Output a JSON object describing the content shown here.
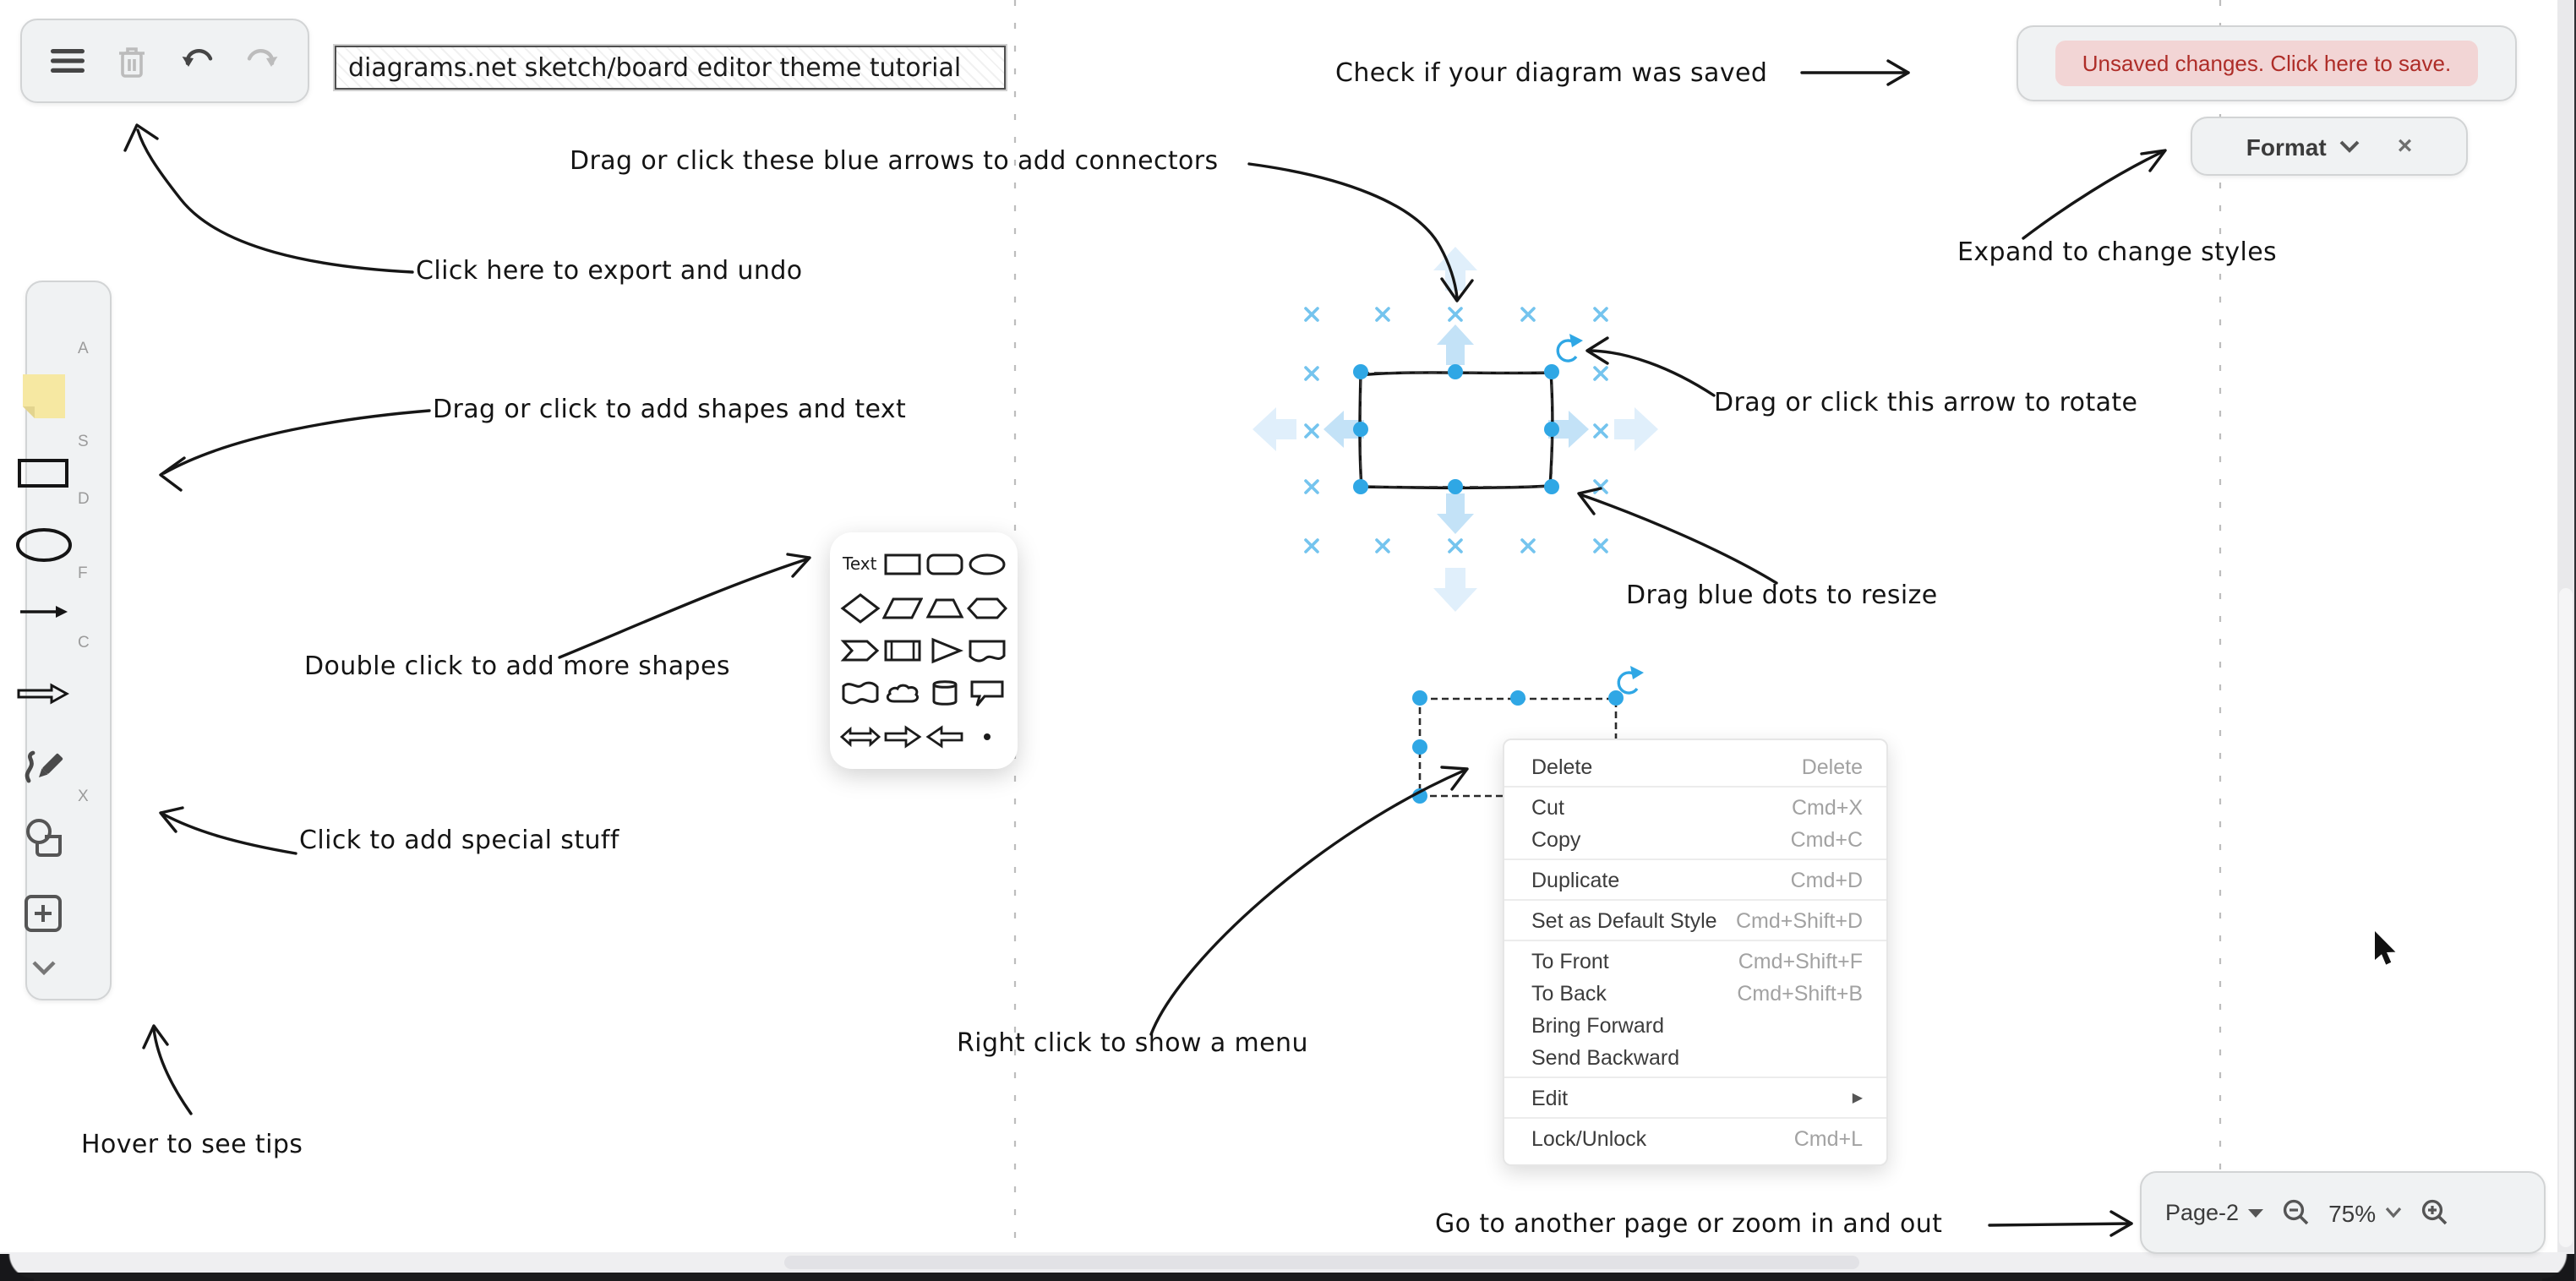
{
  "app": {
    "name": "diagrams.net sketch/board editor"
  },
  "toolbar": {
    "icons": [
      "menu-icon",
      "trash-icon",
      "undo-icon",
      "redo-icon"
    ]
  },
  "title_input": {
    "value": "diagrams.net sketch/board editor theme tutorial"
  },
  "save_banner": {
    "label": "Unsaved changes. Click here to save."
  },
  "format_panel": {
    "label": "Format",
    "close_label": "×"
  },
  "sidebar": {
    "items": [
      {
        "label": "Text",
        "shortcut": "A"
      },
      {
        "name": "sticky-note",
        "shortcut": "S"
      },
      {
        "name": "rectangle",
        "shortcut": "D"
      },
      {
        "name": "ellipse",
        "shortcut": "F"
      },
      {
        "name": "arrow-line",
        "shortcut": "C"
      },
      {
        "name": "block-arrow",
        "shortcut": ""
      },
      {
        "name": "freehand-pen",
        "shortcut": "X"
      },
      {
        "name": "shapes",
        "shortcut": ""
      },
      {
        "name": "insert-plus",
        "shortcut": ""
      },
      {
        "name": "expand-more",
        "shortcut": ""
      }
    ]
  },
  "shape_picker": {
    "text_label": "Text",
    "shapes": [
      "text",
      "rectangle",
      "rounded-rectangle",
      "ellipse",
      "diamond",
      "parallelogram",
      "trapezoid",
      "hexagon",
      "step",
      "process",
      "triangle",
      "document",
      "tape",
      "cloud",
      "cylinder",
      "callout",
      "double-arrow",
      "arrow-right",
      "arrow-left",
      "dot"
    ]
  },
  "context_menu": {
    "items": [
      {
        "label": "Delete",
        "shortcut": "Delete",
        "divider_after": true
      },
      {
        "label": "Cut",
        "shortcut": "Cmd+X"
      },
      {
        "label": "Copy",
        "shortcut": "Cmd+C",
        "divider_after": true
      },
      {
        "label": "Duplicate",
        "shortcut": "Cmd+D",
        "divider_after": true
      },
      {
        "label": "Set as Default Style",
        "shortcut": "Cmd+Shift+D",
        "divider_after": true
      },
      {
        "label": "To Front",
        "shortcut": "Cmd+Shift+F"
      },
      {
        "label": "To Back",
        "shortcut": "Cmd+Shift+B"
      },
      {
        "label": "Bring Forward",
        "shortcut": ""
      },
      {
        "label": "Send Backward",
        "shortcut": "",
        "divider_after": true
      },
      {
        "label": "Edit",
        "shortcut": "",
        "submenu": true,
        "divider_after": true
      },
      {
        "label": "Lock/Unlock",
        "shortcut": "Cmd+L"
      }
    ]
  },
  "annotations": [
    {
      "id": "saved",
      "text": "Check if your diagram was saved"
    },
    {
      "id": "connectors",
      "text": "Drag or click these blue arrows to add connectors"
    },
    {
      "id": "export-undo",
      "text": "Click here to export and undo"
    },
    {
      "id": "shapes-text",
      "text": "Drag or click to add shapes and text"
    },
    {
      "id": "expand-styles",
      "text": "Expand to change styles"
    },
    {
      "id": "rotate",
      "text": "Drag or click this arrow to rotate"
    },
    {
      "id": "resize",
      "text": "Drag blue dots to resize"
    },
    {
      "id": "more-shapes",
      "text": "Double click to add more shapes"
    },
    {
      "id": "special",
      "text": "Click to add special stuff"
    },
    {
      "id": "context-menu",
      "text": "Right click to show a menu"
    },
    {
      "id": "tips",
      "text": "Hover to see tips"
    },
    {
      "id": "pages",
      "text": "Go to another page or zoom in and out"
    }
  ],
  "pager": {
    "page_label": "Page-2",
    "zoom_level": "75%"
  },
  "colors": {
    "accent_blue": "#2fa7e5",
    "cross_blue": "#74c4ee",
    "arrow_blue_near": "#c3e2f7",
    "arrow_blue_far": "#e0effb",
    "banner_bg": "#f2d5d5",
    "banner_text": "#ae2d28",
    "note_yellow": "#f6e8a2",
    "panel_gray": "#f0f2f3"
  }
}
